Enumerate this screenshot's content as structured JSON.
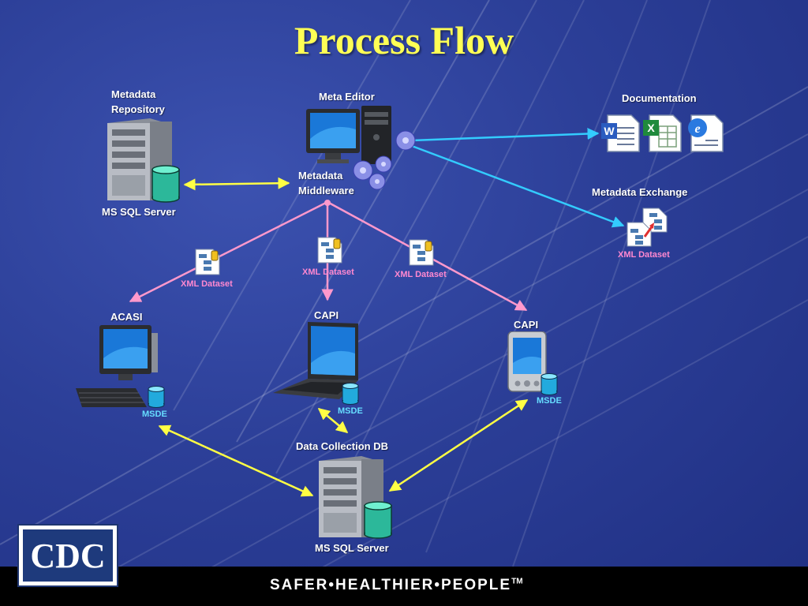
{
  "title": "Process Flow",
  "labels": {
    "metadata_repository": "Metadata\nRepository",
    "ms_sql_server_top": "MS SQL Server",
    "meta_editor": "Meta Editor",
    "metadata_middleware": "Metadata\nMiddleware",
    "documentation": "Documentation",
    "metadata_exchange": "Metadata Exchange",
    "xml_dataset_exchange": "XML Dataset",
    "xml_dataset_left": "XML Dataset",
    "xml_dataset_center": "XML Dataset",
    "xml_dataset_right": "XML Dataset",
    "acasi": "ACASI",
    "capi_laptop": "CAPI",
    "capi_pda": "CAPI",
    "msde_acasi": "MSDE",
    "msde_laptop": "MSDE",
    "msde_pda": "MSDE",
    "data_collection_db": "Data Collection DB",
    "ms_sql_server_bottom": "MS SQL Server"
  },
  "footer": {
    "tagline": "SAFER•HEALTHIER•PEOPLE",
    "trademark": "TM",
    "logo_text": "CDC"
  },
  "colors": {
    "title": "#ffff55",
    "sync_arrow": "#ffff44",
    "distribution_arrow": "#ff99cc",
    "export_arrow": "#33ccff",
    "db_cylinder": "#2cb89a"
  }
}
